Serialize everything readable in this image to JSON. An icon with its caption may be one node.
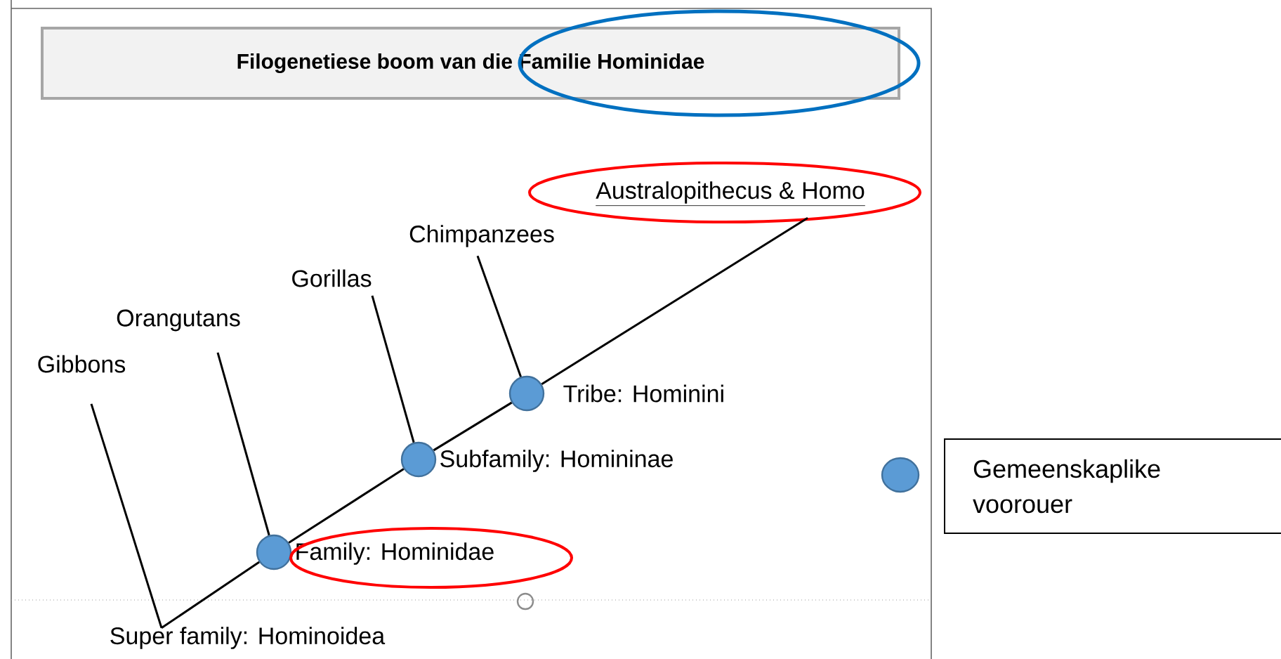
{
  "diagram": {
    "nodes": [
      {
        "text": [
          "Filogenetiese boom van die Familie Hominidae"
        ]
      },
      {
        "text": [
          "Gibbons"
        ]
      },
      {
        "text": [
          "Orangutans"
        ]
      },
      {
        "text": [
          "Gorillas"
        ]
      },
      {
        "text": [
          "Chimpanzees"
        ]
      },
      {
        "text": [
          "Australopithecus & Homo"
        ]
      },
      {
        "text": [],
        "shape": "circle",
        "beside": [
          "Tribe: Hominini"
        ]
      },
      {
        "text": [],
        "shape": "circle",
        "beside": [
          "Subfamily: Homininae"
        ]
      },
      {
        "text": [],
        "shape": "circle",
        "beside": [
          "Family: Hominidae"
        ]
      },
      {
        "text": [
          "Super family: Hominoidea"
        ]
      }
    ],
    "edges": [
      {
        "from": 9,
        "to": 8,
        "arrow": "none"
      },
      {
        "from": 8,
        "to": 7,
        "arrow": "none"
      },
      {
        "from": 7,
        "to": 6,
        "arrow": "none"
      },
      {
        "from": 6,
        "to": 5,
        "arrow": "none"
      },
      {
        "from": 1,
        "to": 9,
        "arrow": "none"
      },
      {
        "from": 2,
        "to": 8,
        "arrow": "none"
      },
      {
        "from": 3,
        "to": 7,
        "arrow": "none"
      },
      {
        "from": 4,
        "to": 6,
        "arrow": "none"
      }
    ],
    "legend": [
      {
        "text": "Gemeenskaplike voorouer",
        "color": "#5b9bd5"
      }
    ]
  }
}
